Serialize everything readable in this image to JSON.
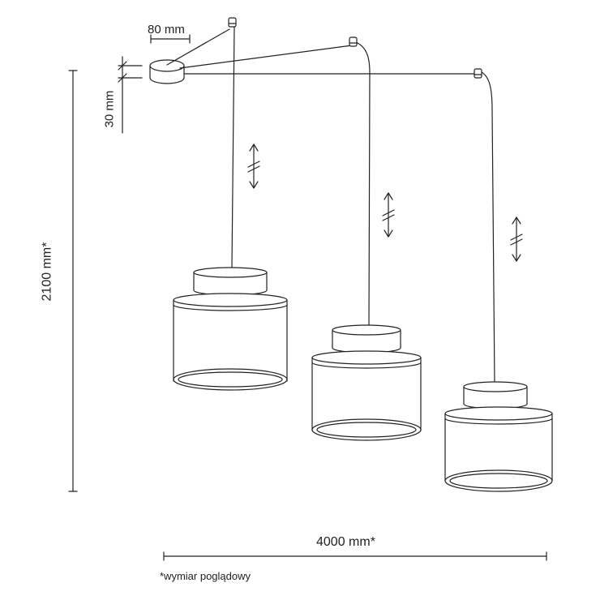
{
  "dimensions": {
    "canopy_width": "80 mm",
    "canopy_height": "30 mm",
    "total_height": "2100 mm*",
    "total_width": "4000 mm*"
  },
  "footnote": "*wymiar poglądowy",
  "colors": {
    "line": "#222222",
    "background": "#ffffff"
  }
}
